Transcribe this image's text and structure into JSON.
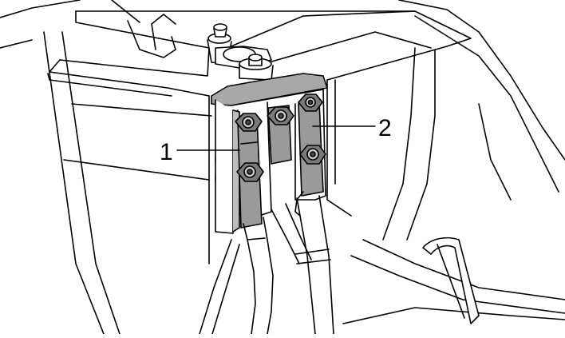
{
  "callouts": [
    {
      "id": "1",
      "label": "1"
    },
    {
      "id": "2",
      "label": "2"
    }
  ],
  "colors": {
    "line": "#000000",
    "background": "#ffffff",
    "bracket": "#a8a8a8",
    "bracket_dark": "#7a7a7a",
    "nut": "#9a9a9a",
    "nut_dark": "#4a4a4a"
  }
}
